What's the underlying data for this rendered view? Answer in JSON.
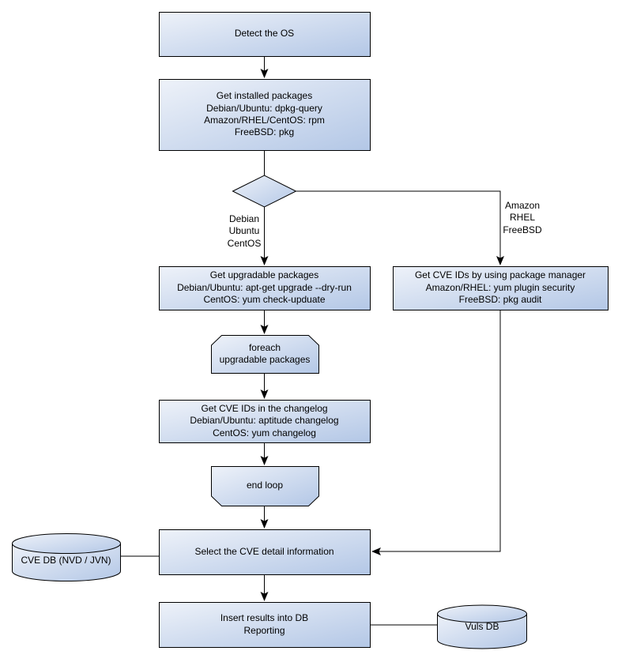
{
  "nodes": {
    "detect": {
      "label": "Detect the OS"
    },
    "installed": {
      "label": "Get installed packages\nDebian/Ubuntu: dpkg-query\nAmazon/RHEL/CentOS: rpm\nFreeBSD: pkg"
    },
    "branch_left": {
      "label": "Debian\nUbuntu\nCentOS"
    },
    "branch_right": {
      "label": "Amazon\nRHEL\nFreeBSD"
    },
    "upgradable": {
      "label": "Get upgradable packages\nDebian/Ubuntu: apt-get upgrade --dry-run\nCentOS: yum check-upduate"
    },
    "pkg_manager": {
      "label": "Get CVE IDs by using package manager\nAmazon/RHEL: yum plugin security\nFreeBSD: pkg audit"
    },
    "foreach": {
      "label": "foreach\nupgradable packages"
    },
    "changelog": {
      "label": "Get CVE IDs in the changelog\nDebian/Ubuntu: aptitude changelog\nCentOS: yum changelog"
    },
    "end_loop": {
      "label": "end loop"
    },
    "select_cve": {
      "label": "Select the CVE detail information"
    },
    "cve_db": {
      "label": "CVE DB (NVD / JVN)"
    },
    "insert": {
      "label": "Insert results into DB\nReporting"
    },
    "vuls_db": {
      "label": "Vuls DB"
    }
  },
  "edges": [
    {
      "from": "detect",
      "to": "installed",
      "arrow": true
    },
    {
      "from": "installed",
      "to": "os-decision",
      "arrow": false
    },
    {
      "from": "os-decision",
      "to": "upgradable",
      "arrow": true,
      "label_node": "branch_left"
    },
    {
      "from": "os-decision",
      "to": "pkg_manager",
      "arrow": true,
      "label_node": "branch_right"
    },
    {
      "from": "upgradable",
      "to": "foreach",
      "arrow": true
    },
    {
      "from": "foreach",
      "to": "changelog",
      "arrow": true
    },
    {
      "from": "changelog",
      "to": "end_loop",
      "arrow": true
    },
    {
      "from": "end_loop",
      "to": "select_cve",
      "arrow": true
    },
    {
      "from": "pkg_manager",
      "to": "select_cve",
      "arrow": true
    },
    {
      "from": "cve_db",
      "to": "select_cve",
      "arrow": false
    },
    {
      "from": "select_cve",
      "to": "insert",
      "arrow": true
    },
    {
      "from": "insert",
      "to": "vuls_db",
      "arrow": false
    }
  ],
  "colors": {
    "node_gradient_start": "#eef2f9",
    "node_gradient_end": "#b3c7e6",
    "border": "#000000",
    "line": "#000000",
    "background": "#ffffff"
  }
}
